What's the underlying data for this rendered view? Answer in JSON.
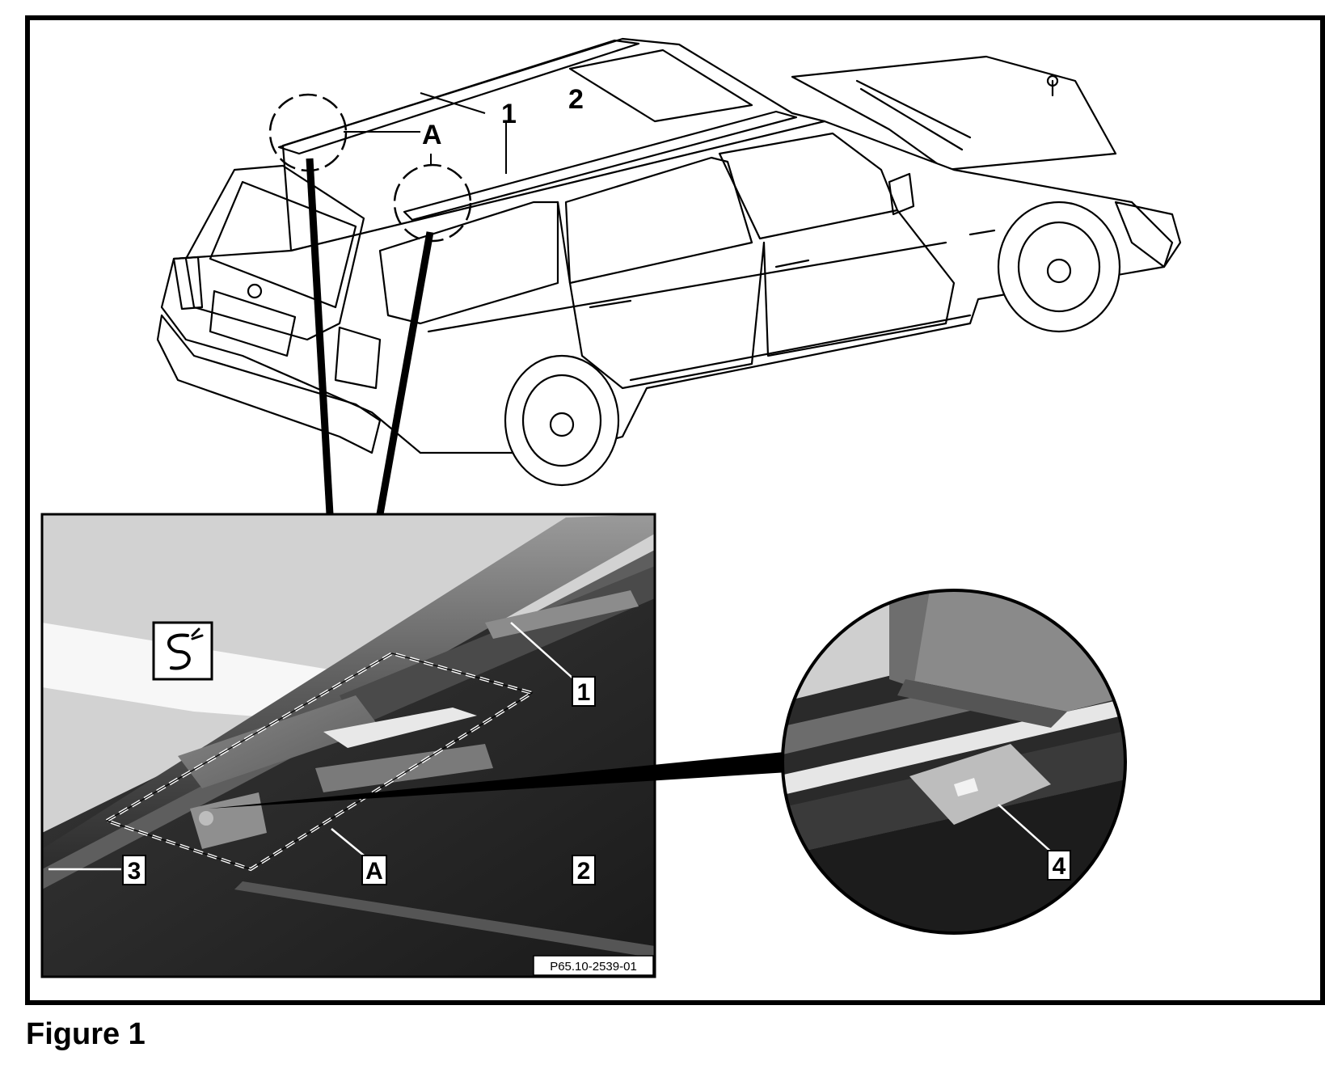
{
  "figure": {
    "caption": "Figure 1",
    "overview_callouts": {
      "rail": "1",
      "sunroof": "2",
      "detail_area": "A"
    },
    "photo_callouts": {
      "rail": "1",
      "roof": "2",
      "seal": "3",
      "detail_area": "A"
    },
    "magnifier_callouts": {
      "clip": "4"
    },
    "photo_reference": "P65.10-2539-01",
    "symbol": "loosen-clip-symbol-icon"
  }
}
